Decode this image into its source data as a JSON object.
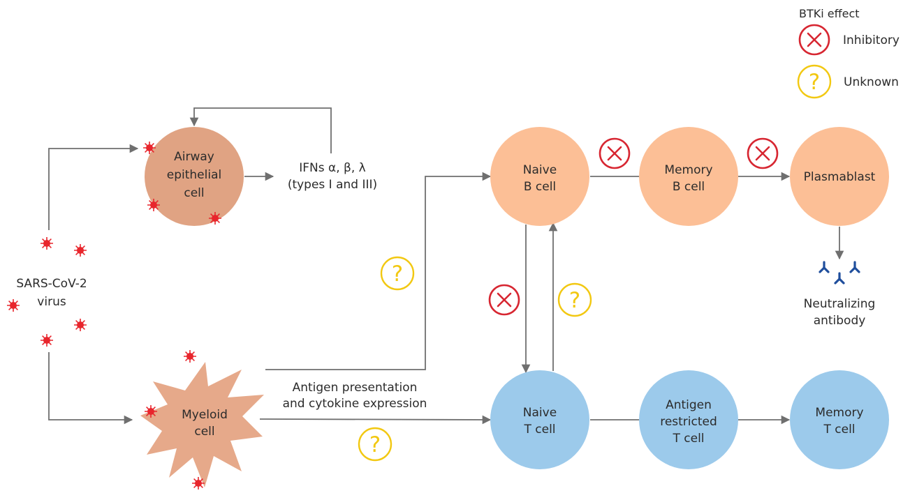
{
  "colors": {
    "epithelial": "#e0a383",
    "myeloid": "#e6a98a",
    "b_cell": "#fcbf96",
    "t_cell": "#9ccaeb",
    "inhibitory": "#d72631",
    "unknown": "#f2c811",
    "virus": "#e8262d",
    "antibody": "#1f4e9c",
    "arrow": "#6f6f6f"
  },
  "legend": {
    "title": "BTKi effect",
    "inhibitory": "Inhibitory",
    "unknown": "Unknown",
    "inhibitory_icon": "x-circle-icon",
    "unknown_icon": "question-circle-icon"
  },
  "virus": {
    "line1": "SARS-CoV-2",
    "line2": "virus"
  },
  "cells": {
    "airway": {
      "line1": "Airway",
      "line2": "epithelial",
      "line3": "cell"
    },
    "myeloid": {
      "line1": "Myeloid",
      "line2": "cell"
    },
    "naive_b": {
      "line1": "Naive",
      "line2": "B cell"
    },
    "memory_b": {
      "line1": "Memory",
      "line2": "B cell"
    },
    "plasmablast": {
      "line1": "Plasmablast"
    },
    "naive_t": {
      "line1": "Naive",
      "line2": "T cell"
    },
    "antigen_t": {
      "line1": "Antigen",
      "line2": "restricted",
      "line3": "T cell"
    },
    "memory_t": {
      "line1": "Memory",
      "line2": "T cell"
    }
  },
  "labels": {
    "ifn_line1": "IFNs α, β, λ",
    "ifn_line2": "(types I and III)",
    "antigen_line1": "Antigen presentation",
    "antigen_line2": "and cytokine expression",
    "antibody_line1": "Neutralizing",
    "antibody_line2": "antibody"
  }
}
